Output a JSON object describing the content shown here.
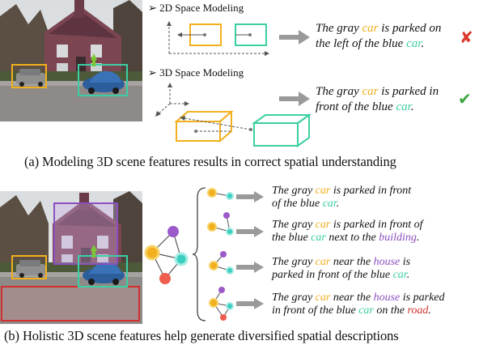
{
  "part_a": {
    "section_2d": {
      "bullet": "➢",
      "title": "2D Space Modeling"
    },
    "section_3d": {
      "bullet": "➢",
      "title": "3D Space Modeling"
    },
    "desc_2d": {
      "l1_a": "The gray ",
      "l1_car": "car",
      "l1_b": " is parked on",
      "l2_a": "the left of the blue ",
      "l2_car": "car",
      "l2_b": "."
    },
    "desc_3d": {
      "l1_a": "The gray ",
      "l1_car": "car",
      "l1_b": " is parked in",
      "l2_a": "front of the blue ",
      "l2_car": "car",
      "l2_b": "."
    },
    "mark_wrong": "✘",
    "mark_right": "✔",
    "caption": "(a) Modeling 3D scene features results in correct spatial understanding"
  },
  "part_b": {
    "d1": {
      "l1_a": "The gray ",
      "l1_car": "car",
      "l1_b": " is parked in front",
      "l2_a": "of the blue ",
      "l2_car": "car",
      "l2_b": "."
    },
    "d2": {
      "l1_a": "The gray ",
      "l1_car": "car",
      "l1_b": " is parked in front of",
      "l2_a": "the blue ",
      "l2_car": "car",
      "l2_b": " next to the ",
      "l2_obj": "building",
      "l2_c": "."
    },
    "d3": {
      "l1_a": "The gray ",
      "l1_car": "car",
      "l1_b": " near the ",
      "l1_obj": "house",
      "l1_c": " is",
      "l2_a": "parked in front of the blue ",
      "l2_car": "car",
      "l2_b": "."
    },
    "d4": {
      "l1_a": "The gray ",
      "l1_car": "car",
      "l1_b": " near the ",
      "l1_obj": "house",
      "l1_c": " is parked",
      "l2_a": "in front of the blue ",
      "l2_car": "car",
      "l2_b": " on the ",
      "l2_obj": "road",
      "l2_c": "."
    },
    "caption": "(b) Holistic 3D scene features help generate diversified spatial descriptions"
  },
  "colors": {
    "gray_car": "#f2b01e",
    "blue_car": "#3ccfa4",
    "building": "#8c4fbf",
    "road": "#d2302e",
    "arrow": "#9a9a9a",
    "wrong": "#d93a2c",
    "right": "#3aa53a"
  }
}
